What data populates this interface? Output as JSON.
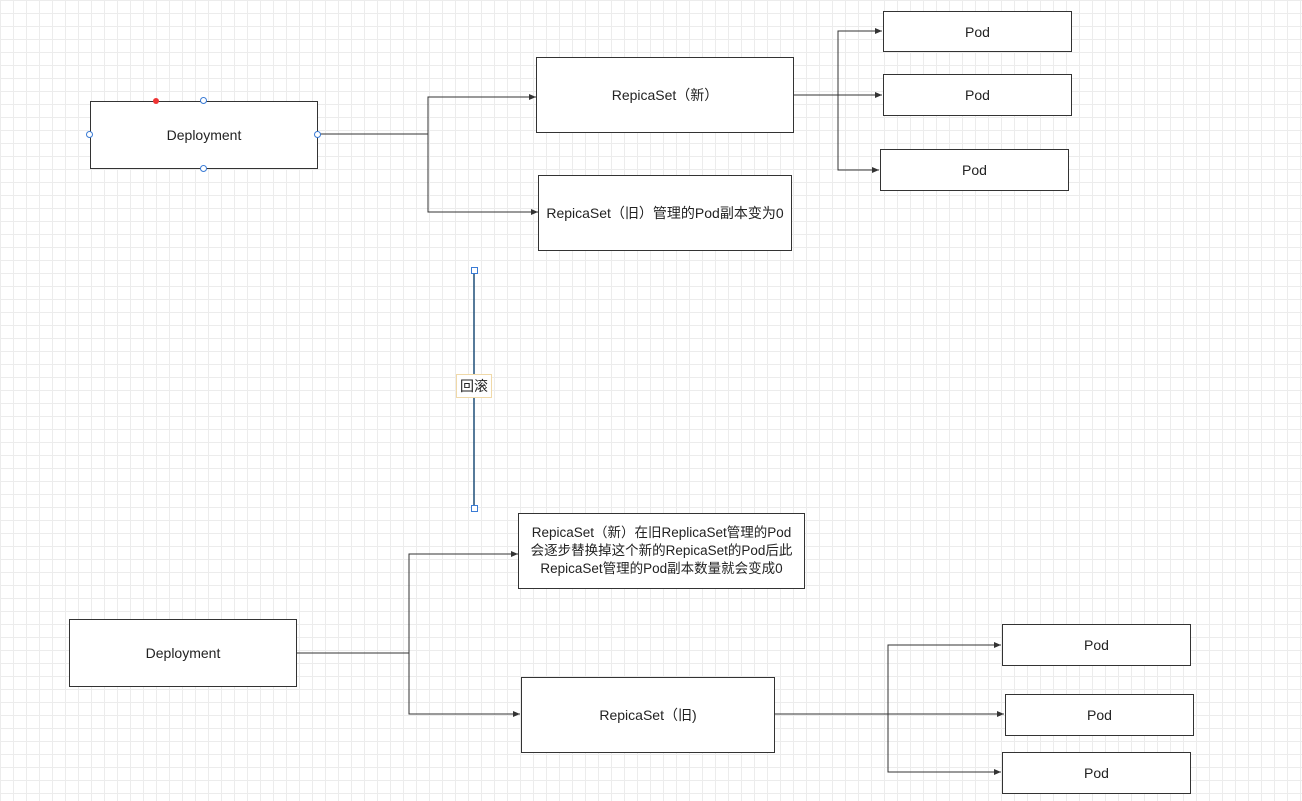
{
  "top": {
    "deployment": "Deployment",
    "rs_new": "RepicaSet（新）",
    "rs_old": "RepicaSet（旧）管理的Pod副本变为0",
    "pods": [
      "Pod",
      "Pod",
      "Pod"
    ]
  },
  "connector": {
    "label": "回滚",
    "color": "#1f4e79"
  },
  "bottom": {
    "deployment": "Deployment",
    "rs_new_note": "RepicaSet（新）在旧ReplicaSet管理的Pod会逐步替换掉这个新的RepicaSet的Pod后此RepicaSet管理的Pod副本数量就会变成0",
    "rs_old": "RepicaSet（旧)",
    "pods": [
      "Pod",
      "Pod",
      "Pod"
    ]
  }
}
